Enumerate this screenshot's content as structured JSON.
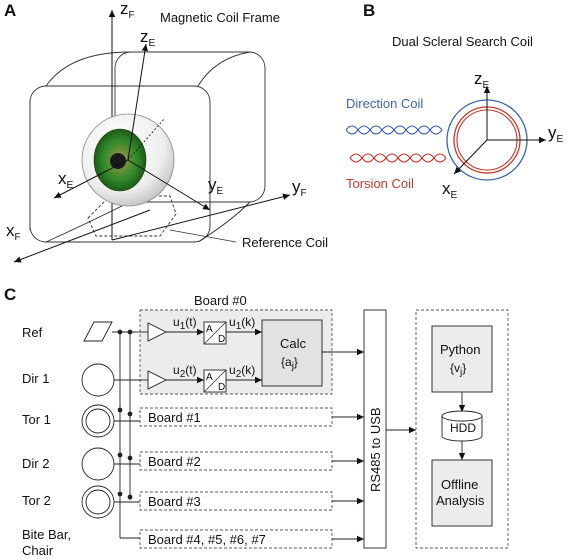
{
  "panels": {
    "a": {
      "letter": "A",
      "title": "Magnetic Coil Frame",
      "reference_coil_label": "Reference Coil",
      "axes": {
        "zF": {
          "main": "z",
          "sub": "F"
        },
        "zE": {
          "main": "z",
          "sub": "E"
        },
        "xE": {
          "main": "x",
          "sub": "E"
        },
        "yE": {
          "main": "y",
          "sub": "E"
        },
        "yF": {
          "main": "y",
          "sub": "F"
        },
        "xF": {
          "main": "x",
          "sub": "F"
        }
      }
    },
    "b": {
      "letter": "B",
      "title": "Dual Scleral Search Coil",
      "direction_coil_label": "Direction Coil",
      "torsion_coil_label": "Torsion Coil",
      "colors": {
        "direction": "#3a63b0",
        "torsion": "#c0392b"
      },
      "axes": {
        "zE": {
          "main": "z",
          "sub": "E"
        },
        "yE": {
          "main": "y",
          "sub": "E"
        },
        "xE": {
          "main": "x",
          "sub": "E"
        }
      }
    },
    "c": {
      "letter": "C",
      "inputs": [
        "Ref",
        "Dir 1",
        "Tor 1",
        "Dir 2",
        "Tor 2",
        "Bite Bar,",
        "Chair"
      ],
      "board0": {
        "title": "Board #0",
        "u1t": {
          "main": "u",
          "sub": "1",
          "rest": "(t)"
        },
        "u1k": {
          "main": "u",
          "sub": "1",
          "rest": "(k)"
        },
        "u2t": {
          "main": "u",
          "sub": "2",
          "rest": "(t)"
        },
        "u2k": {
          "main": "u",
          "sub": "2",
          "rest": "(k)"
        },
        "adc_a": "A",
        "adc_d": "D",
        "calc_label": "Calc",
        "calc_param": {
          "open": "{a",
          "sub": "j",
          "close": "}"
        }
      },
      "boards": [
        "Board #1",
        "Board #2",
        "Board #3",
        "Board #4, #5, #6, #7"
      ],
      "bus_label": "RS485 to USB",
      "python_label": "Python",
      "python_param": {
        "open": "{v",
        "sub": "j",
        "close": "}"
      },
      "hdd_label": "HDD",
      "offline_label_1": "Offline",
      "offline_label_2": "Analysis"
    }
  }
}
